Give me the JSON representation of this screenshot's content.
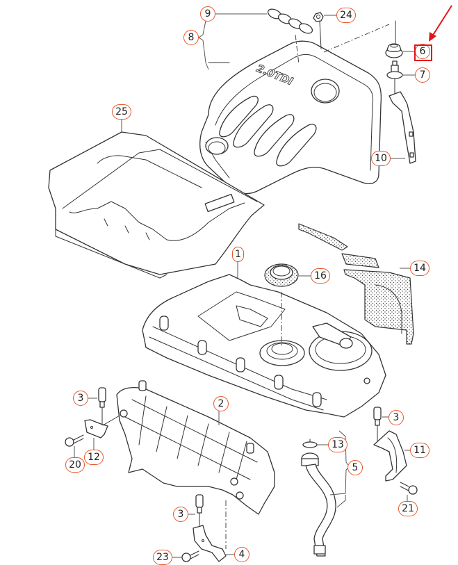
{
  "diagram": {
    "title": "Engine cover / cylinder head cover exploded parts diagram",
    "engine_badge": "2.0TDI",
    "colors": {
      "callout_border": "#e8572a",
      "highlight": "#e3141b",
      "line": "#333333",
      "background": "#ffffff"
    },
    "highlighted_part": "6",
    "parts": [
      {
        "key": "engine_cover",
        "number": "8"
      },
      {
        "key": "emblem_rings",
        "number": "9"
      },
      {
        "key": "nut",
        "number": "24"
      },
      {
        "key": "rubber_grommet",
        "number": "6"
      },
      {
        "key": "ball_stud",
        "number": "7"
      },
      {
        "key": "bracket_cover",
        "number": "10"
      },
      {
        "key": "insulation_mat",
        "number": "25"
      },
      {
        "key": "cylinder_head_cover",
        "number": "1"
      },
      {
        "key": "oil_filler_seal",
        "number": "16"
      },
      {
        "key": "heat_shield",
        "number": "14"
      },
      {
        "key": "intake_manifold",
        "number": "2"
      },
      {
        "key": "ball_stud_left",
        "number": "3"
      },
      {
        "key": "bracket_left",
        "number": "12"
      },
      {
        "key": "bolt_left",
        "number": "20"
      },
      {
        "key": "ball_stud_lower",
        "number": "3"
      },
      {
        "key": "bracket_lower",
        "number": "4"
      },
      {
        "key": "bolt_lower",
        "number": "23"
      },
      {
        "key": "ball_stud_right",
        "number": "3"
      },
      {
        "key": "bracket_right",
        "number": "11"
      },
      {
        "key": "bolt_right",
        "number": "21"
      },
      {
        "key": "o_ring",
        "number": "13"
      },
      {
        "key": "breather_hose",
        "number": "5"
      }
    ]
  }
}
